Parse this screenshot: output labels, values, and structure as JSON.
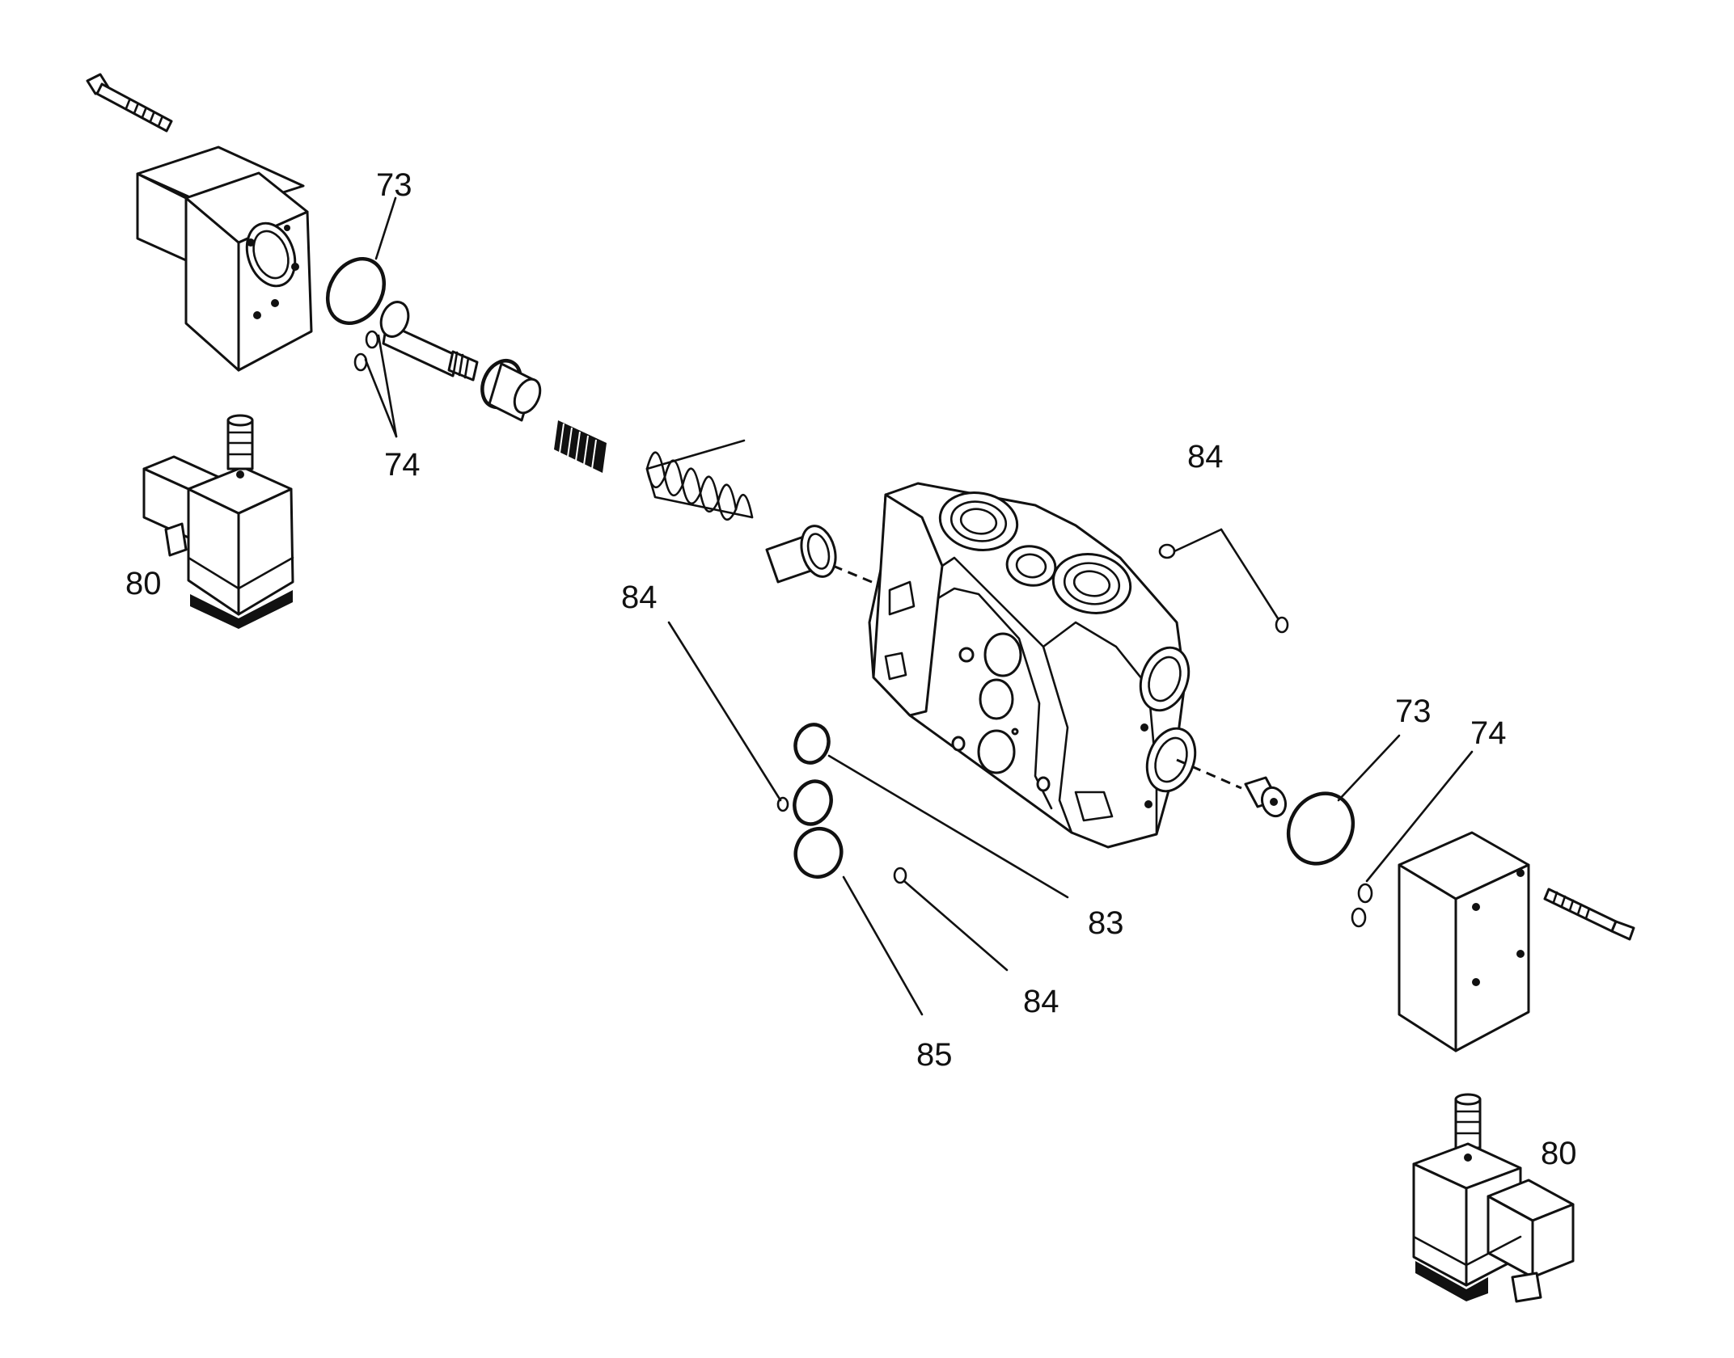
{
  "callouts": {
    "c73_left": "73",
    "c74_left": "74",
    "c80_left": "80",
    "c84_top": "84",
    "c84_left": "84",
    "c73_right": "73",
    "c74_right": "74",
    "c83": "83",
    "c84_bottom": "84",
    "c85": "85",
    "c80_right": "80"
  },
  "colors": {
    "line": "#111111",
    "background": "#ffffff"
  }
}
